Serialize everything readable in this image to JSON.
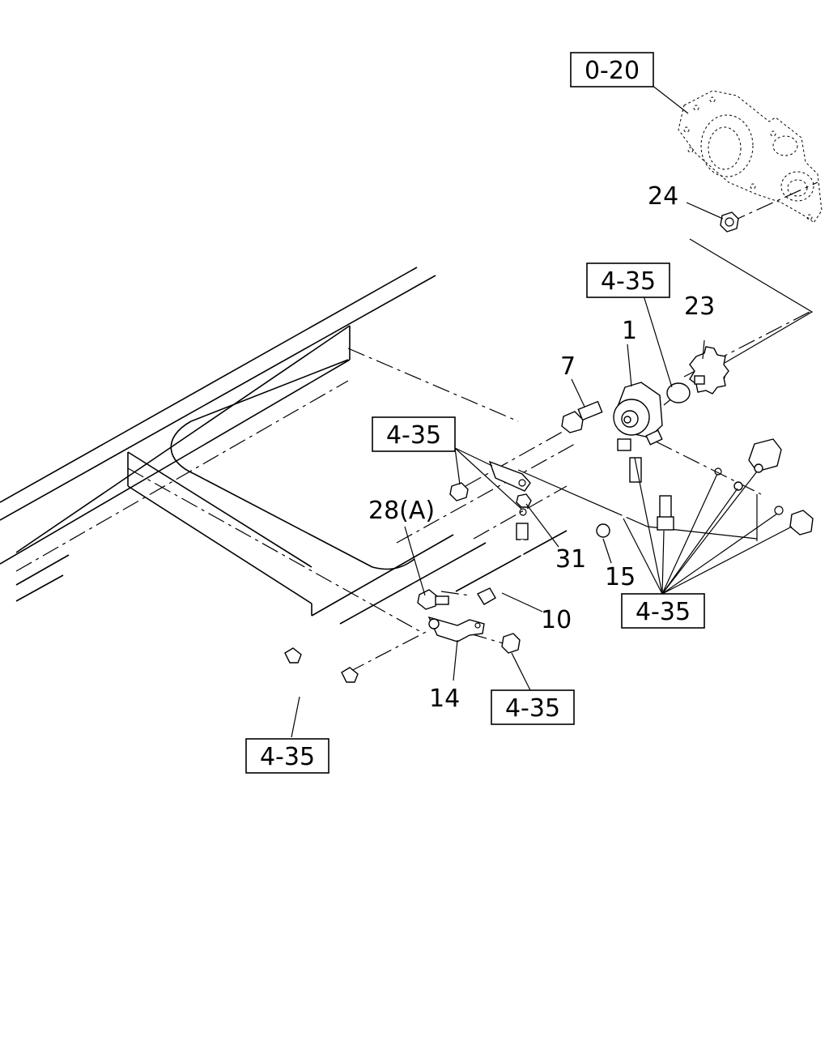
{
  "callouts": {
    "p1": "1",
    "p7": "7",
    "p10": "10",
    "p14": "14",
    "p15": "15",
    "p23": "23",
    "p24": "24",
    "p28": "28(A)",
    "p31": "31"
  },
  "refs": {
    "r020": "0-20",
    "r435a": "4-35",
    "r435b": "4-35",
    "r435c": "4-35",
    "r435d": "4-35",
    "r435e": "4-35"
  }
}
